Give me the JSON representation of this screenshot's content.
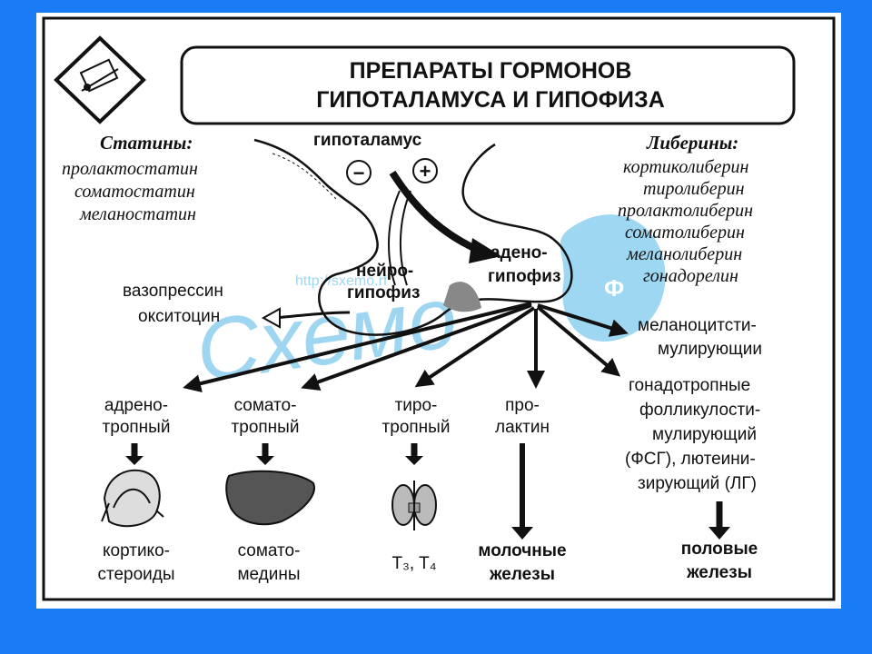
{
  "title": {
    "line1": "ПРЕПАРАТЫ ГОРМОНОВ",
    "line2": "ГИПОТАЛАМУСА И ГИПОФИЗА"
  },
  "statins": {
    "heading": "Статины:",
    "items": [
      "пролактостатин",
      "соматостатин",
      "меланостатин"
    ]
  },
  "liberins": {
    "heading": "Либерины:",
    "items": [
      "кортиколиберин",
      "тиролиберин",
      "пролактолиберин",
      "соматолиберин",
      "меланолиберин",
      "гонадорелин"
    ]
  },
  "hypothalamus": {
    "label": "гипоталамус",
    "minus": "−",
    "plus": "+"
  },
  "pituitary": {
    "neuro_line1": "нейро-",
    "neuro_line2": "гипофиз",
    "adeno_line1": "адено-",
    "adeno_line2": "гипофиз"
  },
  "neuro_hormones": {
    "line1": "вазопрессин",
    "line2": "окситоцин"
  },
  "tropic": {
    "acth": {
      "line1": "адрено-",
      "line2": "тропный",
      "target_line1": "кортико-",
      "target_line2": "стероиды"
    },
    "stg": {
      "line1": "сомато-",
      "line2": "тропный",
      "target_line1": "сомато-",
      "target_line2": "медины"
    },
    "tsh": {
      "line1": "тиро-",
      "line2": "тропный",
      "target": "T₃, T₄"
    },
    "prolactin": {
      "line1": "про-",
      "line2": "лактин",
      "target_line1": "молочные",
      "target_line2": "железы"
    }
  },
  "msh": {
    "line1": "меланоцитсти-",
    "line2": "мулирующии"
  },
  "gonadotropic": {
    "line1": "гонадотропные",
    "line2": "фолликулости-",
    "line3": "мулирующий",
    "line4": "(ФСГ), лютеини-",
    "line5": "зирующий (ЛГ)",
    "target_line1": "половые",
    "target_line2": "железы"
  },
  "watermark": {
    "url": "http://sxemo.rf",
    "text": "Схемо",
    "badge": "Ф"
  },
  "colors": {
    "frame": "#1a7cf5",
    "watermark": "#4fb6e6"
  }
}
